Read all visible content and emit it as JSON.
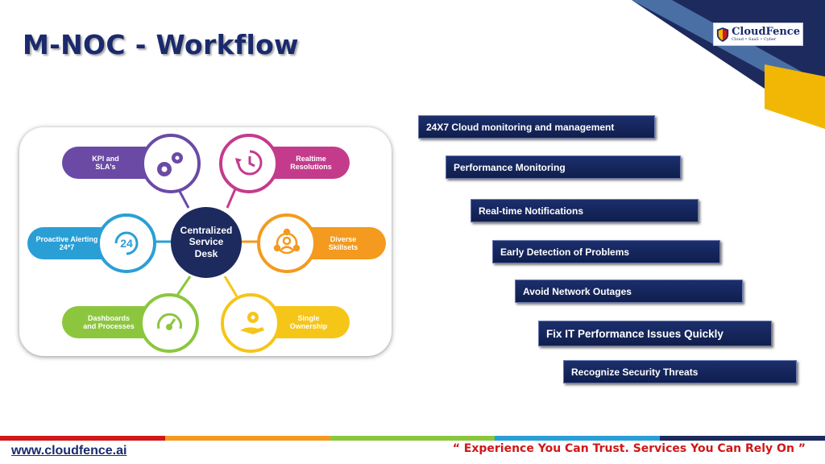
{
  "slide": {
    "title": "M-NOC - Workflow"
  },
  "logo": {
    "name": "CloudFence",
    "tagline": "Cloud • SaaS • Cyber"
  },
  "diagram": {
    "center": [
      "Centralized",
      "Service",
      "Desk"
    ],
    "kpi": [
      "KPI and",
      "SLA's"
    ],
    "realtime": [
      "Realtime",
      "Resolutions"
    ],
    "alerting": [
      "Proactive Alerting",
      "24*7"
    ],
    "diverse": [
      "Diverse",
      "Skillsets"
    ],
    "dashboards": [
      "Dashboards",
      "and Processes"
    ],
    "ownership": [
      "Single",
      "Ownership"
    ],
    "icon_24": "24"
  },
  "steps": [
    "24X7 Cloud monitoring and management",
    "Performance Monitoring",
    "Real-time Notifications",
    "Early Detection of Problems",
    "Avoid Network Outages",
    "Fix IT Performance Issues Quickly",
    "Recognize Security Threats"
  ],
  "footer": {
    "url": "www.cloudfence.ai",
    "quote": "“ Experience You Can Trust. Services You Can Rely On ”"
  },
  "colors": {
    "navy": "#1a2a6c",
    "purple": "#6b4aa6",
    "magenta": "#c43b8c",
    "blue": "#2a9fd6",
    "orange": "#f39a1f",
    "green": "#8cc63e",
    "yellow": "#f5c518",
    "gold": "#f2b705"
  }
}
